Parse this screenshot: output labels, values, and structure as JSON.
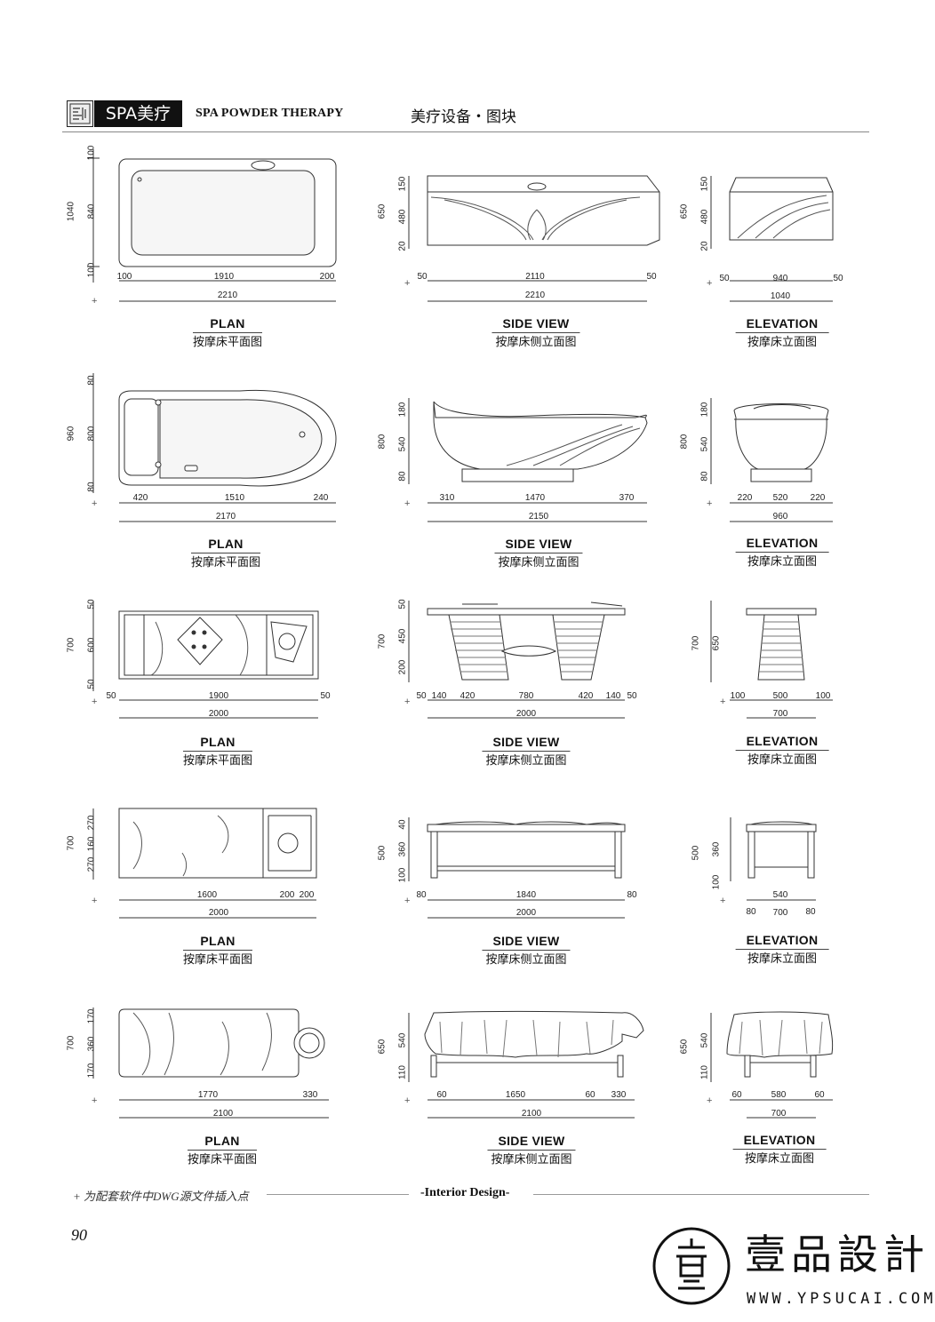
{
  "header": {
    "tag": "SPA美疗",
    "title_en": "SPA POWDER THERAPY",
    "title_cn": "美疗设备・图块"
  },
  "captions": {
    "plan_en": "PLAN",
    "plan_cn": "按摩床平面图",
    "side_en": "SIDE VIEW",
    "side_cn": "按摩床侧立面图",
    "elev_en": "ELEVATION",
    "elev_cn": "按摩床立面图"
  },
  "rows": [
    {
      "plan": {
        "v": [
          "1040",
          "100",
          "840",
          "100"
        ],
        "h": [
          "100",
          "1910",
          "200"
        ],
        "total": "2210"
      },
      "side": {
        "v": [
          "650",
          "150",
          "480",
          "20"
        ],
        "h": [
          "50",
          "2110",
          "50"
        ],
        "total": "2210"
      },
      "elev": {
        "v": [
          "650",
          "150",
          "480",
          "20"
        ],
        "h": [
          "50",
          "940",
          "50"
        ],
        "total": "1040"
      }
    },
    {
      "plan": {
        "v": [
          "960",
          "80",
          "800",
          "80"
        ],
        "h": [
          "420",
          "1510",
          "240"
        ],
        "total": "2170"
      },
      "side": {
        "v": [
          "800",
          "180",
          "540",
          "80"
        ],
        "h": [
          "310",
          "1470",
          "370"
        ],
        "total": "2150"
      },
      "elev": {
        "v": [
          "800",
          "180",
          "540",
          "80"
        ],
        "h": [
          "220",
          "520",
          "220"
        ],
        "total": "960"
      }
    },
    {
      "plan": {
        "v": [
          "700",
          "50",
          "600",
          "50"
        ],
        "h": [
          "50",
          "1900",
          "50"
        ],
        "total": "2000"
      },
      "side": {
        "v": [
          "700",
          "50",
          "450",
          "200"
        ],
        "h": [
          "50",
          "140",
          "420",
          "780",
          "420",
          "140",
          "50"
        ],
        "total": "2000"
      },
      "elev": {
        "v": [
          "700",
          "650"
        ],
        "h": [
          "100",
          "500",
          "100"
        ],
        "total": "700"
      }
    },
    {
      "plan": {
        "v": [
          "700",
          "270",
          "160",
          "270"
        ],
        "h": [
          "1600",
          "200",
          "200"
        ],
        "total": "2000"
      },
      "side": {
        "v": [
          "500",
          "40",
          "360",
          "100"
        ],
        "h": [
          "80",
          "1840",
          "80"
        ],
        "total": "2000"
      },
      "elev": {
        "v": [
          "500",
          "360",
          "100"
        ],
        "h": [
          "540"
        ],
        "h2": [
          "80",
          "700",
          "80"
        ],
        "total": ""
      }
    },
    {
      "plan": {
        "v": [
          "700",
          "170",
          "360",
          "170"
        ],
        "h": [
          "1770",
          "330"
        ],
        "total": "2100"
      },
      "side": {
        "v": [
          "650",
          "540",
          "110"
        ],
        "h": [
          "60",
          "1650",
          "60",
          "330"
        ],
        "total": "2100"
      },
      "elev": {
        "v": [
          "650",
          "540",
          "110"
        ],
        "h": [
          "60",
          "580",
          "60"
        ],
        "total": "700"
      }
    }
  ],
  "footer": {
    "note": "为配套软件中DWG源文件插入点",
    "design": "-Interior Design-",
    "page": "90",
    "brand": "壹品設計",
    "url": "WWW.YPSUCAI.COM"
  }
}
